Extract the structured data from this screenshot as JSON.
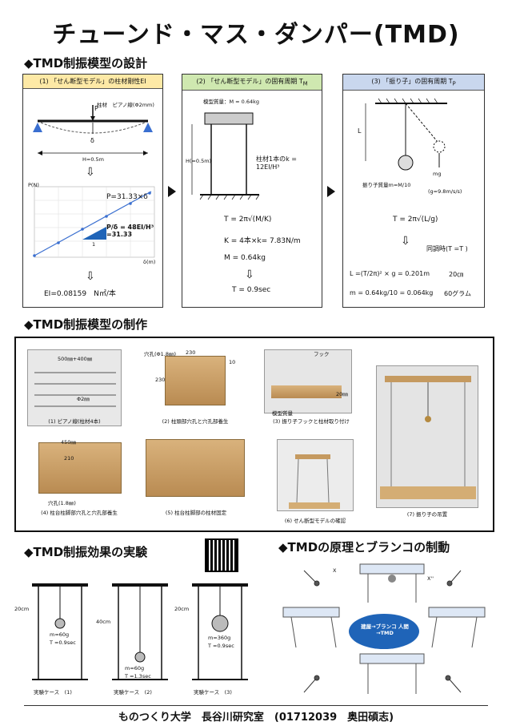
{
  "title": "チューンド・マス・ダンパー(TMD)",
  "sections": {
    "design": "◆TMD制振模型の設計",
    "build": "◆TMD制振模型の制作",
    "experiment": "◆TMD制振効果の実験",
    "principle": "◆TMDの原理とブランコの制動"
  },
  "panel1": {
    "header": "(1) 「せん断型モデル」の柱材剛性EI",
    "wire_label": "柱材　ピアノ線(Φ2mm)",
    "p_label": "P",
    "delta_label": "δ",
    "h_label": "H=0.5m",
    "y_axis_label": "P(N)",
    "x_axis_label": "δ(m)",
    "eq_line": "P=31.33×δ",
    "ratio": "P/δ = 48EI/H³ =31.33",
    "slope_one": "1",
    "result": "EI=0.08159　N㎡/本"
  },
  "panel2": {
    "header": "(2) 「せん断型モデル」の固有周期 T",
    "header_sub": "M",
    "mass_label": "模型質量：M = 0.64kg",
    "h_label": "H(=0.5m)",
    "k_label": "柱材1本のk = 12EI/H³",
    "formula_tm": "T = 2π√(M/K)",
    "formula_k": "K = 4本×k= 7.83N/m",
    "formula_m": "M = 0.64kg",
    "result": "T = 0.9sec"
  },
  "panel3": {
    "header": "(3) 「振り子」の固有周期 T",
    "header_sub": "P",
    "l_label": "L",
    "mass_label": "振り子質量m=M/10",
    "mg_label": "mg",
    "g_label": "(g=9.8m/s/s)",
    "formula_tp": "T = 2π√(L/g)",
    "sync": "同調時(T =T )",
    "formula_l": "L =(T/2π)² × g = 0.201m",
    "l_result": "20㎝",
    "formula_m": "m = 0.64kg/10 = 0.064kg",
    "m_result": "60グラム"
  },
  "build": {
    "dim_piano": "500㎜+400㎜",
    "dim_wire": "Φ2㎜",
    "cap1": "(1) ピアノ線(柱材4本)",
    "dim_hole": "穴孔(Φ1.8㎜)",
    "dim_230": "230",
    "dim_10": "10",
    "dim_210": "210",
    "cap2": "(2) 柱頭部穴孔と穴孔部養生",
    "hook": "フック",
    "mass_label": "模型質量",
    "dim_20": "20㎜",
    "cap3": "(3) 振り子フックと柱材取り付け",
    "dim_450": "450㎜",
    "hole2": "穴孔(1.8㎜)",
    "cap4": "(4) 柱台柱脚部穴孔と穴孔部養生",
    "cap5": "(5) 柱台柱脚部の柱材固定",
    "cap6": "(6) せん断型モデルの確認",
    "cap7": "(7) 振り子の吊置"
  },
  "experiment": {
    "cases": [
      {
        "len": "20cm",
        "mass": "m=60g",
        "tp": "T =0.9sec",
        "label": "実験ケース　(1)"
      },
      {
        "len": "40cm",
        "mass": "m=60g",
        "tp": "T =1.3sec",
        "label": "実験ケース　(2)"
      },
      {
        "len": "20cm",
        "mass": "m=360g",
        "tp": "T =0.9sec",
        "label": "実験ケース　(3)"
      }
    ]
  },
  "principle": {
    "center": "建屋→ブランコ 人間→TMD",
    "x_label": "X",
    "x2_label": "X''"
  },
  "footer": "ものつくり大学　長谷川研究室　(01712039　奥田碩志)",
  "colors": {
    "panel1_header": "#fde9a6",
    "panel2_header": "#cfe8b0",
    "panel3_header": "#c9d7ee",
    "line_blue": "#3a6fd0",
    "accent_blue": "#1f64b8"
  }
}
